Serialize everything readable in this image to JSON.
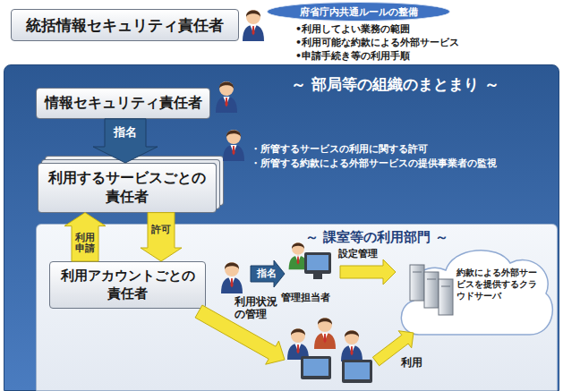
{
  "diagram": {
    "nodes": [
      {
        "text": [
          "統括情報セキュリティ責任者"
        ]
      },
      {
        "text": [
          "府省庁内共通ルールの整備"
        ]
      },
      {
        "text": [
          "～ 部局等の組織のまとまり ～"
        ]
      },
      {
        "text": [
          "情報セキュリティ責任者"
        ],
        "in": 2
      },
      {
        "text": [
          "利用するサービスごとの責任者"
        ],
        "in": 2
      },
      {
        "text": [
          "～ 課室等の利用部門 ～"
        ],
        "in": 2
      },
      {
        "text": [
          "利用アカウントごとの責任者"
        ],
        "in": 5
      },
      {
        "text": [
          "約款による外部サービスを提供するクラウドサーバ"
        ],
        "in": 5
      }
    ],
    "edges": [
      {
        "from": 3,
        "to": 4,
        "arrow": "to",
        "label": "指名"
      },
      {
        "from": 6,
        "to": 4,
        "arrow": "to",
        "label": "利用申請"
      },
      {
        "from": 4,
        "to": 6,
        "arrow": "to",
        "label": "許可"
      }
    ],
    "labels": [
      "•利用してよい業務の範囲",
      "•利用可能な約款による外部サービス",
      "•申請手続き等の利用手順",
      "・所管するサービスの利用に関する許可",
      "・所管する約款による外部サービスの提供事業者の監視",
      "指名",
      "設定管理",
      "管理担当者",
      "利用状況の管理",
      "利用"
    ]
  }
}
